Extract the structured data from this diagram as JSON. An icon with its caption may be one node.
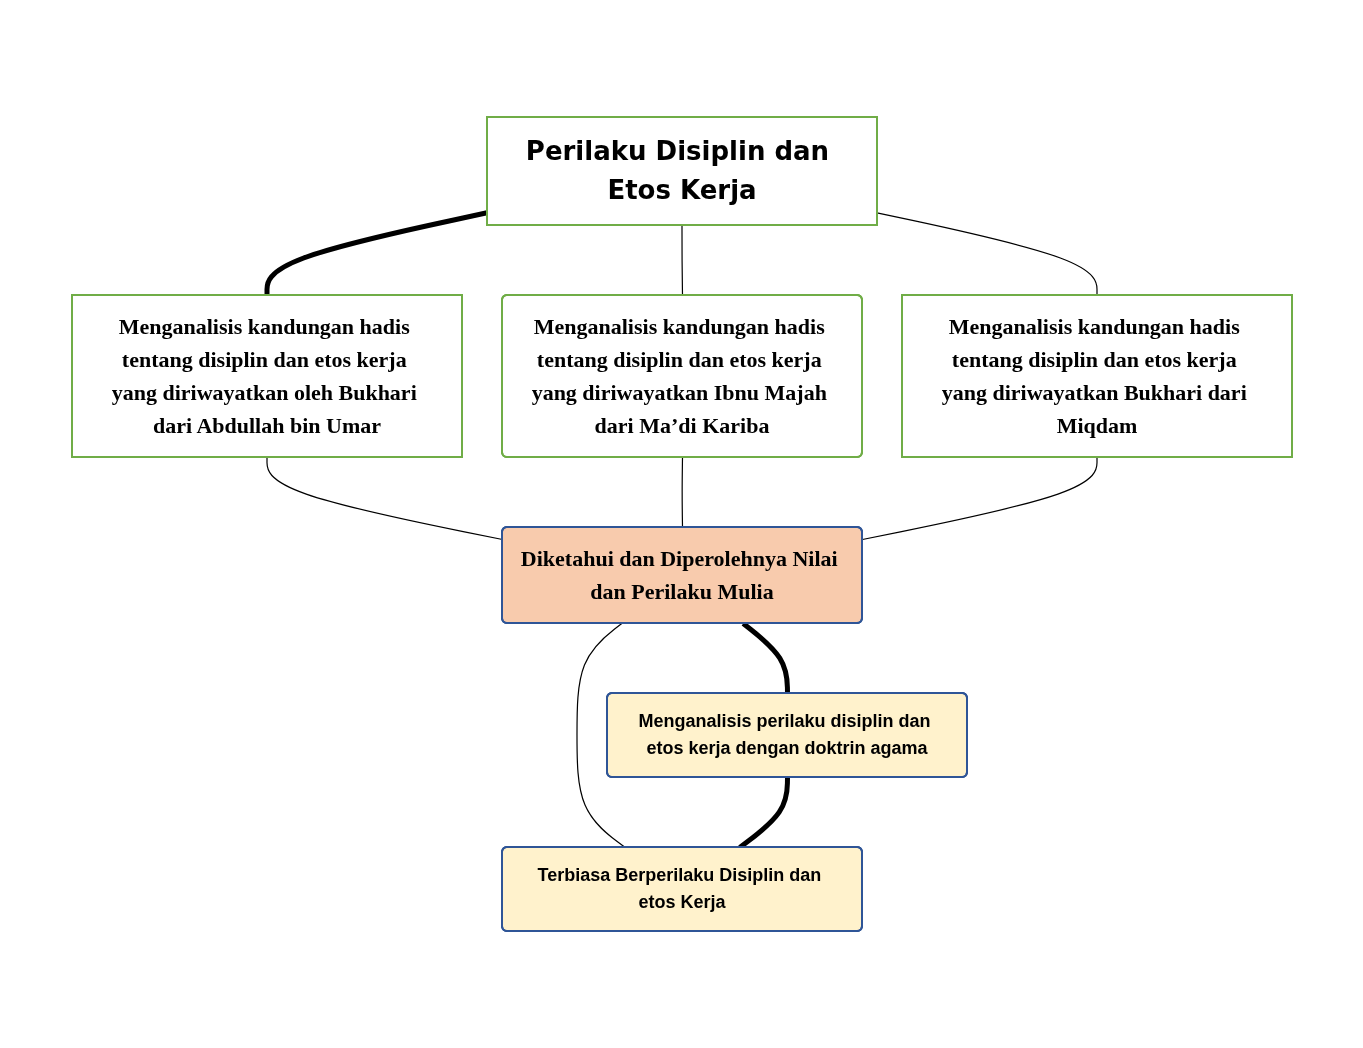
{
  "diagram": {
    "nodes": [
      {
        "text": [
          "Perilaku Disiplin dan Etos Kerja"
        ]
      },
      {
        "text": [
          "Menganalisis kandungan hadis tentang disiplin dan etos kerja yang diriwayatkan oleh Bukhari dari Abdullah bin Umar"
        ]
      },
      {
        "text": [
          "Menganalisis kandungan hadis tentang disiplin dan etos kerja yang diriwayatkan Ibnu Majah dari Ma’di Kariba"
        ]
      },
      {
        "text": [
          "Menganalisis kandungan hadis tentang disiplin dan etos kerja yang diriwayatkan Bukhari dari Miqdam"
        ]
      },
      {
        "text": [
          "Diketahui dan Diperolehnya Nilai dan Perilaku Mulia"
        ]
      },
      {
        "text": [
          "Menganalisis perilaku disiplin dan etos kerja dengan doktrin agama"
        ]
      },
      {
        "text": [
          "Terbiasa Berperilaku Disiplin dan etos Kerja"
        ]
      }
    ],
    "edges": [
      {
        "from": 0,
        "to": 1,
        "arrow": "none",
        "style": "thick"
      },
      {
        "from": 0,
        "to": 2,
        "arrow": "none"
      },
      {
        "from": 0,
        "to": 3,
        "arrow": "none"
      },
      {
        "from": 1,
        "to": 4,
        "arrow": "none"
      },
      {
        "from": 2,
        "to": 4,
        "arrow": "none"
      },
      {
        "from": 3,
        "to": 4,
        "arrow": "none"
      },
      {
        "from": 4,
        "to": 5,
        "arrow": "none",
        "style": "thick"
      },
      {
        "from": 4,
        "to": 6,
        "arrow": "none"
      },
      {
        "from": 5,
        "to": 6,
        "arrow": "none",
        "style": "thick"
      }
    ]
  }
}
